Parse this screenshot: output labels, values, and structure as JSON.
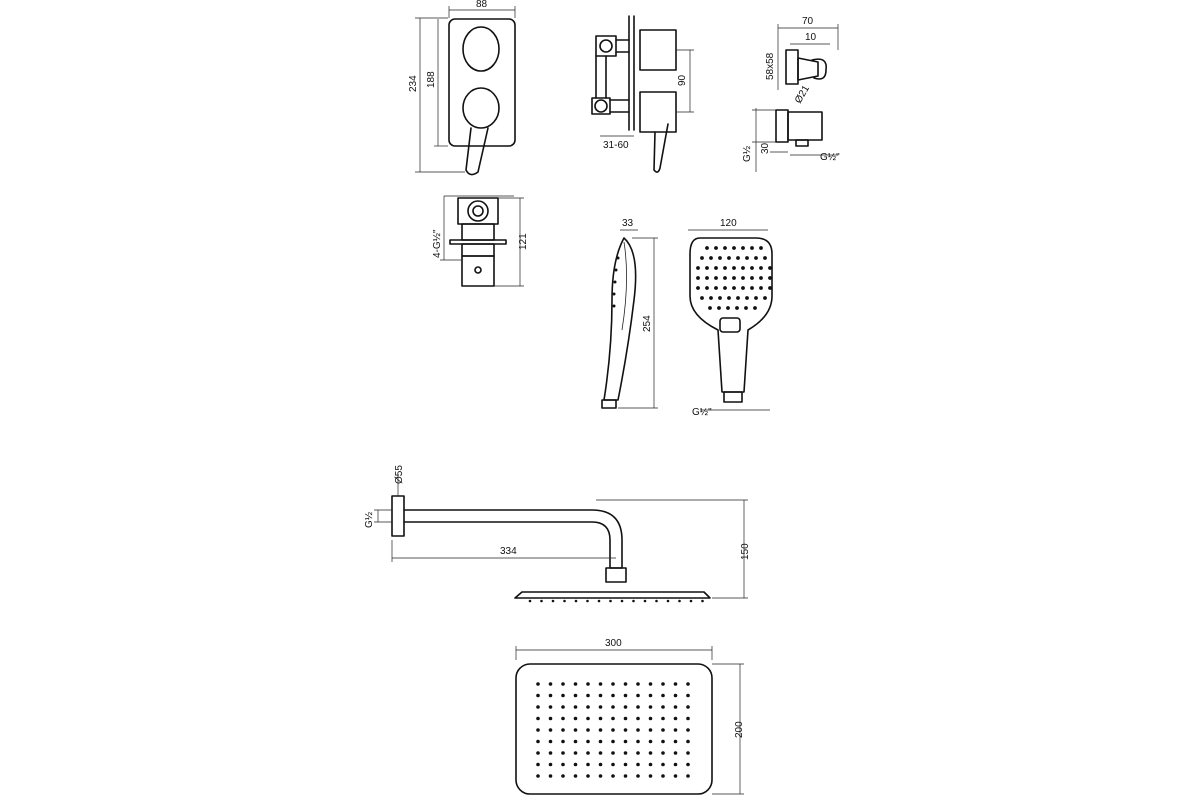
{
  "mixer_front": {
    "width": "88",
    "height_total": "234",
    "height_plate": "188"
  },
  "mixer_side": {
    "depth_range": "31-60",
    "spacing": "90"
  },
  "holder": {
    "width": "70",
    "offset": "10",
    "size": "58x58",
    "diameter": "Ø21",
    "depth": "30",
    "thread_side": "G½",
    "thread_bottom": "G½\""
  },
  "body": {
    "thread": "4-G½\"",
    "height": "121"
  },
  "hand_side": {
    "thickness": "33",
    "length": "254"
  },
  "hand_front": {
    "width": "120",
    "thread": "G½\""
  },
  "arm": {
    "flange": "Ø55",
    "thread": "G½",
    "length": "334",
    "drop": "150"
  },
  "head": {
    "width": "300",
    "height": "200"
  }
}
